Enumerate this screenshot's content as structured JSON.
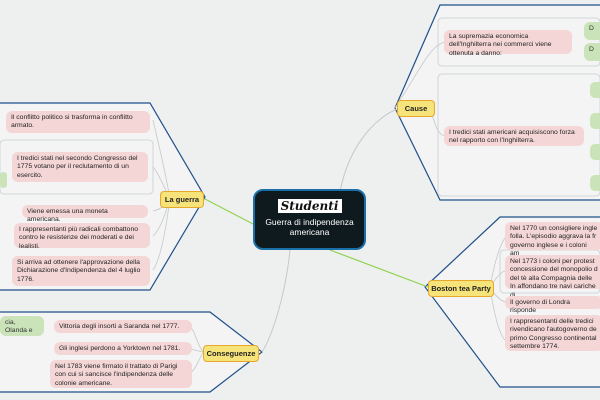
{
  "central": {
    "logo": "Studenti",
    "title": "Guerra di indipendenza americana"
  },
  "branches": {
    "cause": {
      "label": "Cause",
      "items": [
        "La supremazia economica dell'Inghilterra nei commerci viene ottenuta a danno:",
        "I tredici stati americani acquisiscono forza nel rapporto con l'Inghilterra."
      ],
      "subitems": [
        "D",
        "D"
      ]
    },
    "guerra": {
      "label": "La guerra",
      "items": [
        "Il conflitto politico si trasforma in conflitto armato.",
        "I tredici stati  nel secondo Congresso del 1775 votano per il reclutamento di un esercito.",
        "Viene emessa una moneta americana.",
        "I rappresentanti più radicali combattono contro le resistenze dei moderati e dei lealisti.",
        "Si arriva ad ottenere l'approvazione della Dichiarazione d'Indipendenza del 4 luglio 1776."
      ]
    },
    "boston": {
      "label": "Boston tea Party",
      "items": [
        "Nel 1770 un consigliere ingle folla. L'episodio aggrava la fr governo inglese e i coloni am",
        "Nel 1773 i coloni per protest concessione del monopolio d del tè alla Compagnia delle In affondano tre navi cariche di",
        "Il governo di Londra risponde",
        "I rappresentanti delle tredici rivendicano l'autogoverno de primo Congresso continental settembre 1774."
      ]
    },
    "conseguenze": {
      "label": "Conseguenze",
      "left_fragment": "cia, Olanda e",
      "items": [
        "Vittoria degli insorti a Saranda nel 1777.",
        "Gli inglesi perdono a Yorktown nel 1781.",
        "Nel 1783 viene firmato il trattato di Parigi con cui si sancisce l'indipendenza delle colonie americane."
      ]
    }
  },
  "colors": {
    "central_bg": "#0f1a1f",
    "branch_fill": "#f6e47a",
    "branch_border": "#e6a72a",
    "note_fill": "#f4d6d6",
    "sub_fill": "#cbe3b9",
    "connector_green": "#8fd14f",
    "frame_line": "#1f4f8a"
  }
}
